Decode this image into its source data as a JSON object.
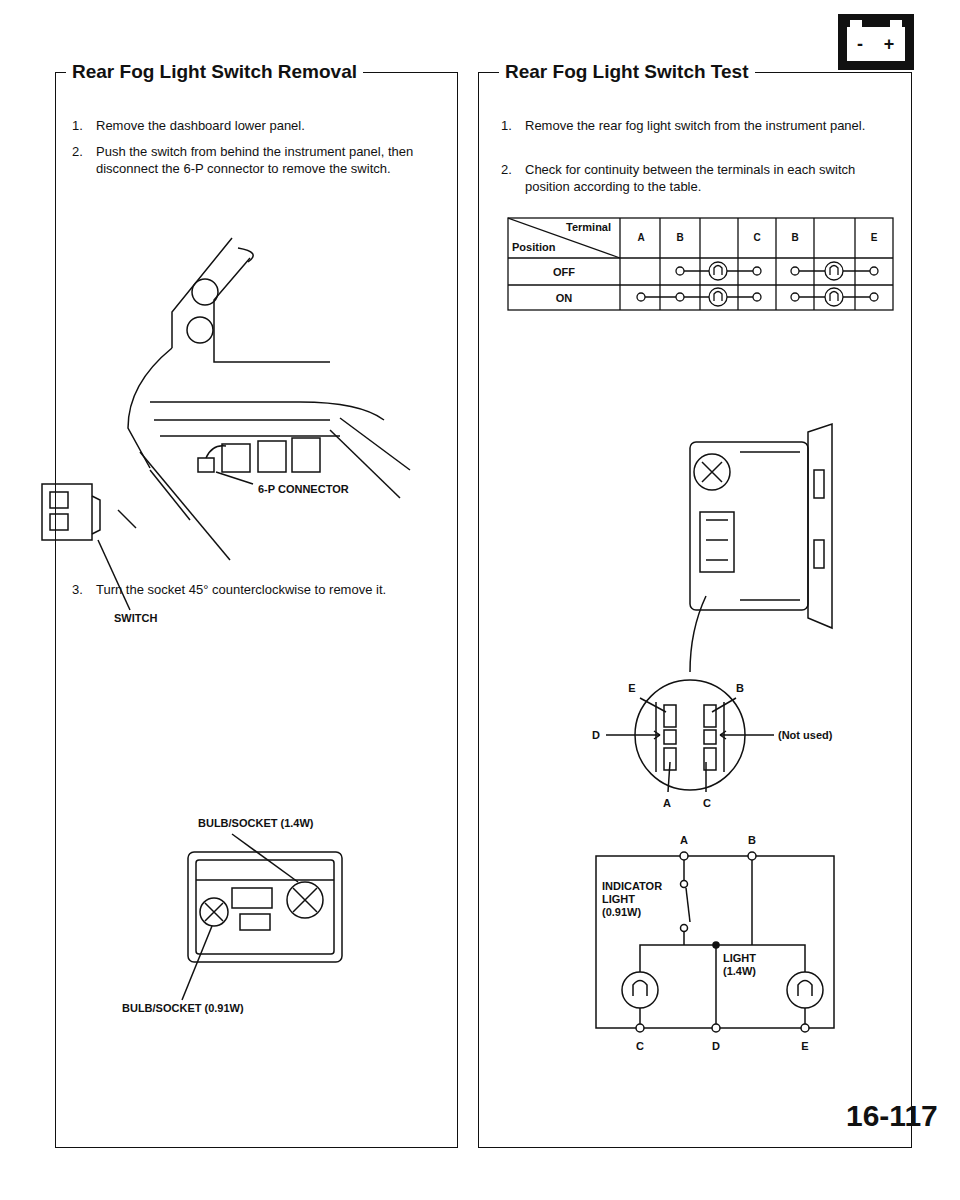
{
  "diagram": {
    "nodes": [
      {
        "text": [
          "Rear Fog Light Switch Removal",
          "1.",
          "Remove the dashboard lower panel.",
          "2.",
          "Push the switch from behind the instrument panel, then disconnect the 6-P connector to remove the switch.",
          "3.",
          "Turn the socket 45° counterclockwise to remove it."
        ]
      },
      {
        "text": [
          "Rear Fog Light Switch Test",
          "1.",
          "Remove the rear fog light switch from the instrument panel.",
          "2.",
          "Check for continuity between the terminals in each switch position according to the table."
        ]
      }
    ],
    "labels": [
      "-",
      "+",
      "6-P CONNECTOR",
      "SWITCH",
      "BULB/SOCKET (1.4W)",
      "BULB/SOCKET (0.91W)",
      "Terminal",
      "Position",
      "A",
      "B",
      "C",
      "B",
      "E",
      "OFF",
      "ON",
      "E",
      "B",
      "D",
      "(Not used)",
      "A",
      "C",
      "A",
      "B",
      "INDICATOR LIGHT (0.91W)",
      "LIGHT (1.4W)",
      "C",
      "D",
      "E",
      "16-117"
    ]
  }
}
